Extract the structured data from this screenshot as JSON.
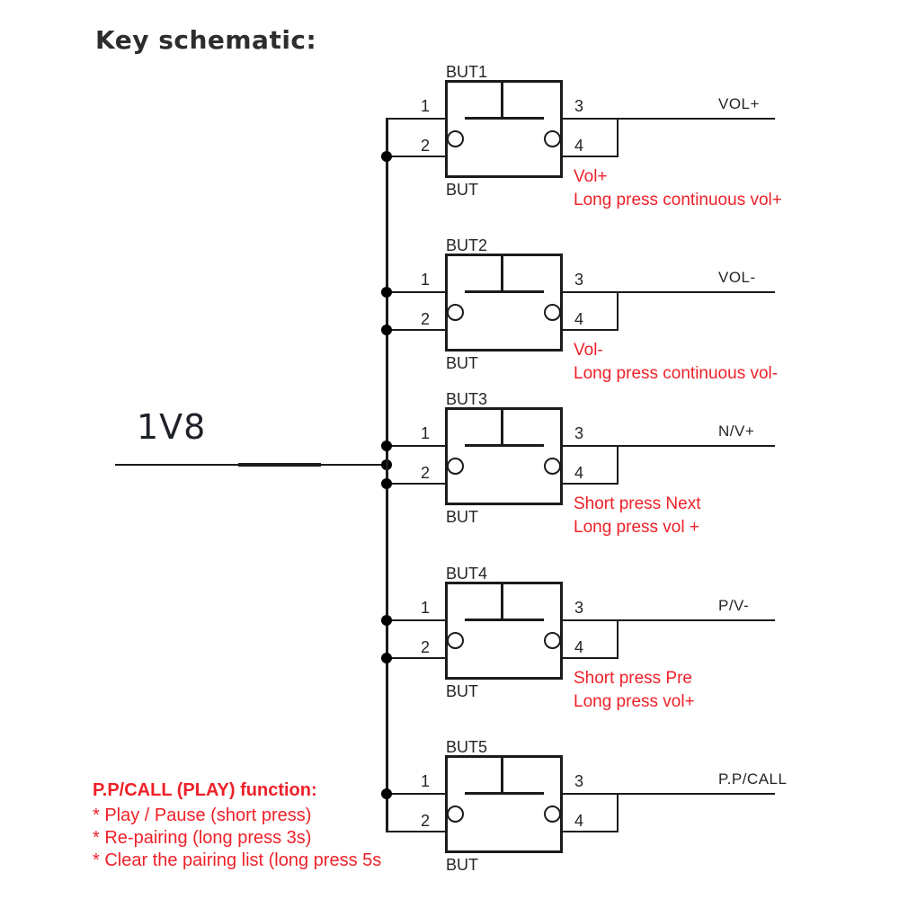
{
  "page": {
    "title": "Key schematic:"
  },
  "colors": {
    "line": "#1b1b1b",
    "label": "#2a2a2a",
    "annotation": "#ee2129"
  },
  "supply": {
    "label": "1V8"
  },
  "buttons": [
    {
      "name": "BUT1",
      "package_label": "BUT",
      "pins": {
        "p1": "1",
        "p2": "2",
        "p3": "3",
        "p4": "4"
      },
      "output": "VOL+",
      "notes": [
        "Vol+",
        "Long press continuous vol+"
      ]
    },
    {
      "name": "BUT2",
      "package_label": "BUT",
      "pins": {
        "p1": "1",
        "p2": "2",
        "p3": "3",
        "p4": "4"
      },
      "output": "VOL-",
      "notes": [
        "Vol-",
        "Long press continuous vol-"
      ]
    },
    {
      "name": "BUT3",
      "package_label": "BUT",
      "pins": {
        "p1": "1",
        "p2": "2",
        "p3": "3",
        "p4": "4"
      },
      "output": "N/V+",
      "notes": [
        "Short press Next",
        "Long press vol +"
      ]
    },
    {
      "name": "BUT4",
      "package_label": "BUT",
      "pins": {
        "p1": "1",
        "p2": "2",
        "p3": "3",
        "p4": "4"
      },
      "output": "P/V-",
      "notes": [
        "Short press Pre",
        "Long press vol+"
      ]
    },
    {
      "name": "BUT5",
      "package_label": "BUT",
      "pins": {
        "p1": "1",
        "p2": "2",
        "p3": "3",
        "p4": "4"
      },
      "output": "P.P/CALL",
      "notes": []
    }
  ],
  "footer_note": {
    "heading": "P.P/CALL (PLAY) function:",
    "items": [
      "* Play / Pause (short press)",
      "* Re-pairing (long press 3s)",
      "* Clear the pairing list (long press 5s"
    ]
  }
}
